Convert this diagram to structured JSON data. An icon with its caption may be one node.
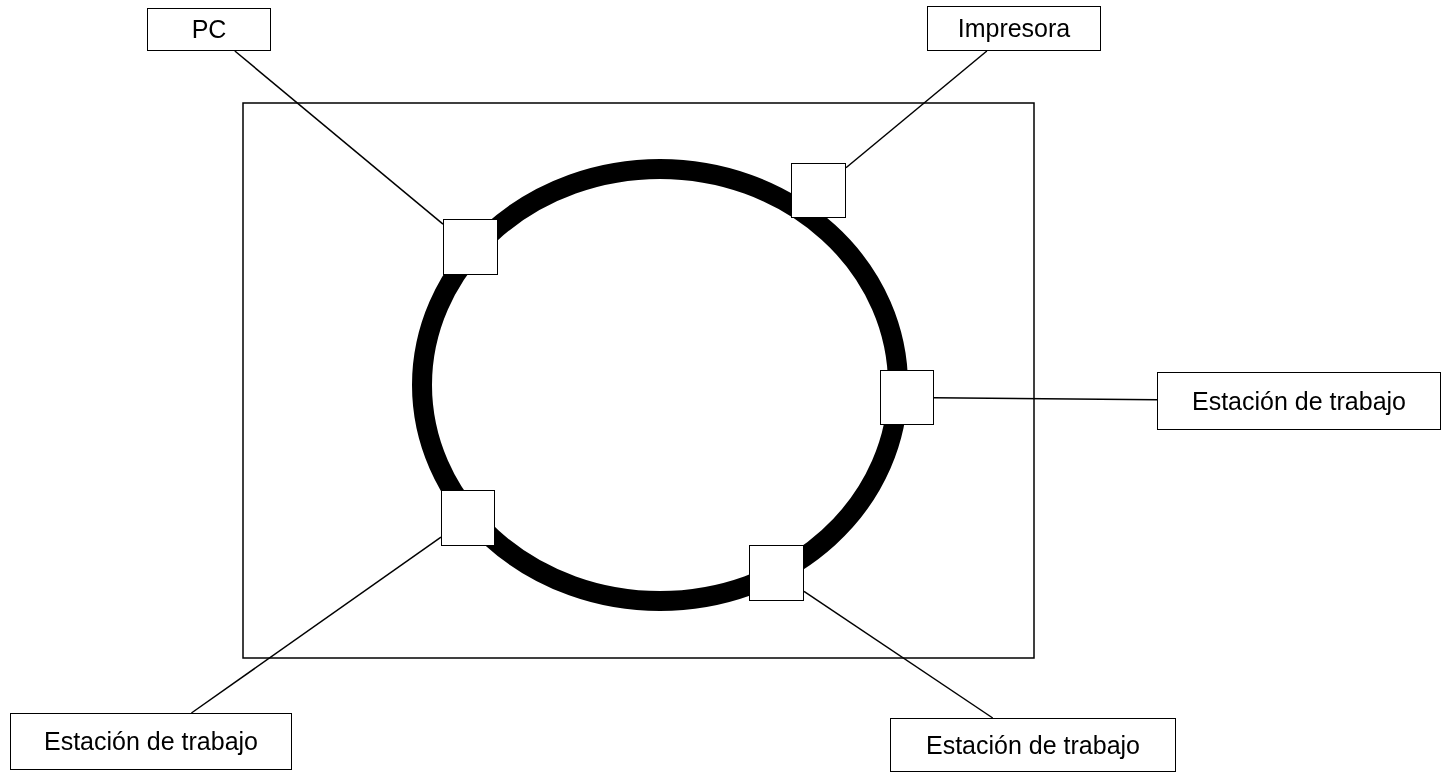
{
  "diagram": {
    "nodes": [
      {
        "text": [
          "PC"
        ]
      },
      {
        "text": [
          "Impresora"
        ]
      },
      {
        "text": [],
        "shape": "box"
      },
      {
        "text": [],
        "shape": "box"
      },
      {
        "text": [],
        "shape": "box"
      },
      {
        "text": [
          "Estación de trabajo"
        ]
      },
      {
        "text": [],
        "shape": "box"
      },
      {
        "text": [],
        "shape": "box"
      },
      {
        "text": [
          "Estación de trabajo"
        ]
      },
      {
        "text": [
          "Estación de trabajo"
        ]
      }
    ],
    "edges": [
      {
        "from": 0,
        "to": 3,
        "arrow": "none"
      },
      {
        "from": 1,
        "to": 2,
        "arrow": "none"
      },
      {
        "from": 5,
        "to": 4,
        "arrow": "none"
      },
      {
        "from": 8,
        "to": 6,
        "arrow": "none"
      },
      {
        "from": 9,
        "to": 7,
        "arrow": "none"
      }
    ]
  }
}
